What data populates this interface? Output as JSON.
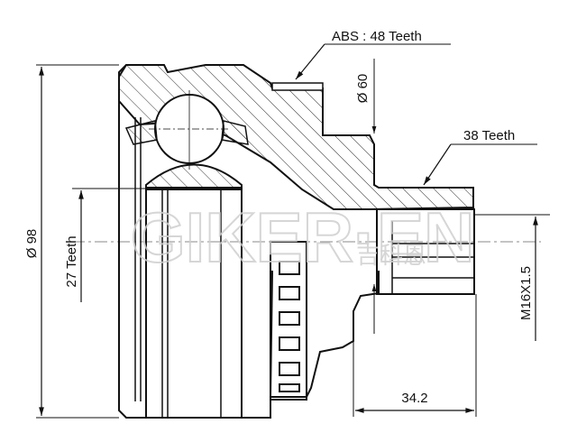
{
  "drawing": {
    "title": "CV joint technical drawing",
    "part_type": "Outer CV joint",
    "watermark": {
      "latin": "GIKER·EN",
      "chinese": "吉科恩"
    },
    "colors": {
      "line": "#111111",
      "hatch": "#333333",
      "watermark": "#cfcfcf",
      "background": "#ffffff"
    }
  },
  "dimensions": {
    "outer_diameter": {
      "label": "Ø 98",
      "value": 98
    },
    "abs_ring": {
      "label": "ABS : 48 Teeth",
      "teeth": 48
    },
    "seal_diameter": {
      "label": "Ø 60",
      "value": 60
    },
    "outer_spline": {
      "label": "38 Teeth",
      "teeth": 38
    },
    "inner_spline": {
      "label": "27 Teeth",
      "teeth": 27
    },
    "thread": {
      "label": "M16X1.5"
    },
    "shaft_length": {
      "label": "34.2",
      "value": 34.2
    }
  }
}
